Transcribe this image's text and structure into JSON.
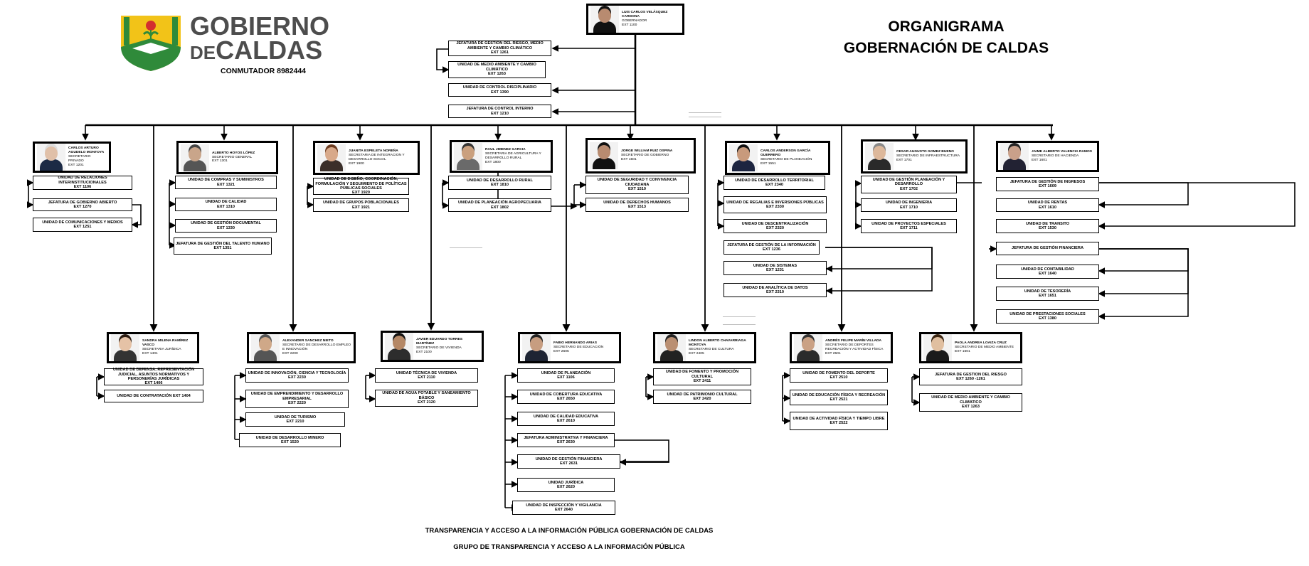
{
  "header": {
    "logo_top": "GOBIERNO",
    "logo_bottom_small": "DE",
    "logo_bottom": "CALDAS",
    "switchboard": "CONMUTADOR 8982444",
    "title_line1": "ORGANIGRAMA",
    "title_line2": "GOBERNACIÓN DE CALDAS"
  },
  "governor": {
    "name": "LUIS CARLOS VELÁSQUEZ CARDONA",
    "role": "GOBERNADOR",
    "ext": "EXT 1100"
  },
  "governor_units": [
    {
      "label": "JEFATURA DE GESTIÓN DEL RIESGO, MEDIO AMBIENTE Y CAMBIO CLIMÁTICO",
      "ext": "EXT 1261"
    },
    {
      "label": "UNIDAD DE MEDIO AMBIENTE Y CAMBIO CLIMÁTICO",
      "ext": "EXT 1263"
    },
    {
      "label": "UNIDAD DE CONTROL DISCIPLINARIO",
      "ext": "EXT 1390"
    },
    {
      "label": "JEFATURA DE CONTROL INTERNO",
      "ext": "EXT 1210"
    }
  ],
  "secretaries": [
    {
      "name": "CARLOS ARTURO AGUDELO MONTOYA",
      "role": "SECRETARIO PRIVADO",
      "ext": "EXT 1201"
    },
    {
      "name": "ALBERTO HOYOS LÓPEZ",
      "role": "SECRETARIO GENERAL",
      "ext": "EXT 1301"
    },
    {
      "name": "JUANITA ESPELETA NOREÑA",
      "role": "SECRETARIA DE INTEGRACION Y DESARROLLO SOCIAL",
      "ext": "EXT 1900"
    },
    {
      "name": "RAUL JIMENEZ GARCIA",
      "role": "SECRETARIA DE AGRICULTURA Y DESARROLLO RURAL",
      "ext": "EXT 1800"
    },
    {
      "name": "JORGE WILLIAM RUIZ OSPINA",
      "role": "SECRETARIO DE GOBIERNO",
      "ext": "EXT 1501"
    },
    {
      "name": "CARLOS ANDERSON GARCÍA GUERRERO",
      "role": "SECRETARIO DE PLANEACIÓN",
      "ext": "EXT 1551"
    },
    {
      "name": "CESAR AUGUSTO GOMEZ BUENO",
      "role": "SECRETARIO DE INFRAESTRUCTURA",
      "ext": "EXT 1701"
    },
    {
      "name": "JAIME ALBERTO VALENCIA RAMOS",
      "role": "SECRETARIO DE HACIENDA",
      "ext": "EXT 1601"
    },
    {
      "name": "SANDRA MILENA RAMÍREZ VASCO",
      "role": "SECRETARIA JURÍDICA",
      "ext": "EXT 1401"
    },
    {
      "name": "ALEXANDER SANCHEZ NIETO",
      "role": "SECRETARIO DE DESARROLLO EMPLEO E INNOVACIÓN",
      "ext": "EXT 2200"
    },
    {
      "name": "JAVIER EDUARDO TORRES MARTÍNEZ",
      "role": "SECRETARIO DE VIVIENDA",
      "ext": "EXT 2100"
    },
    {
      "name": "FABIO HERNANDO ARIAS",
      "role": "SECRETARIO DE EDUCACIÓN",
      "ext": "EXT 2605"
    },
    {
      "name": "LINDON ALBERTO CHAVARRIAGA MONTOYA",
      "role": "SECRETARIO DE CULTURA",
      "ext": "EXT 2405"
    },
    {
      "name": "ANDRÉS FELIPE MARÍN VILLADA",
      "role": "SECRETARIO DE DEPORTES RECREACIÓN Y ACTIVIDAD FÍSICA",
      "ext": "EXT 2501"
    },
    {
      "name": "PAOLA ANDREA LOAIZA CRUZ",
      "role": "SECRETARIO DE MEDIO AMBIENTE",
      "ext": "EXT 1601"
    }
  ],
  "units": [
    {
      "label": "UNIDAD DE RELACIONES INTERINSTITUCIONALES",
      "ext": "EXT 1106"
    },
    {
      "label": "JEFATURA DE GOBIERNO ABIERTO",
      "ext": "EXT 1270"
    },
    {
      "label": "UNIDAD DE COMUNICACIONES Y MEDIOS",
      "ext": "EXT 1251"
    },
    {
      "label": "UNIDAD DE COMPRAS Y SUMINISTROS",
      "ext": "EXT 1321"
    },
    {
      "label": "UNIDAD DE CALIDAD",
      "ext": "EXT 1310"
    },
    {
      "label": "UNIDAD DE GESTIÓN DOCUMENTAL",
      "ext": "EXT 1330"
    },
    {
      "label": "JEFATURA DE GESTIÓN DEL TALENTO HUMANO",
      "ext": "EXT 1351"
    },
    {
      "label": "UNIDAD DE DISEÑO, COORDINACIÓN, FORMULACIÓN Y SEGUIMIENTO DE POLÍTICAS PÚBLICAS SOCIALES",
      "ext": "EXT 1920"
    },
    {
      "label": "UNIDAD DE GRUPOS POBLACIONALES",
      "ext": "EXT 1921"
    },
    {
      "label": "UNIDAD DE DESARROLLO RURAL",
      "ext": "EXT 1810"
    },
    {
      "label": "UNIDAD DE PLANEACIÓN AGROPECUARIA",
      "ext": "EXT 1802"
    },
    {
      "label": "UNIDAD DE SEGURIDAD Y CONVIVENCIA CIUDADANA",
      "ext": "EXT 1510"
    },
    {
      "label": "UNIDAD DE DERECHOS HUMANOS",
      "ext": "EXT 1513"
    },
    {
      "label": "UNIDAD DE DESARROLLO TERRITORIAL",
      "ext": "EXT 2340"
    },
    {
      "label": "UNIDAD DE REGALIAS E INVERSIONES PÚBLICAS",
      "ext": "EXT 2330"
    },
    {
      "label": "UNIDAD DE DESCENTRALIZACIÓN",
      "ext": "EXT 2320"
    },
    {
      "label": "JEFATURA DE GESTIÓN DE LA INFORMACIÓN",
      "ext": "EXT 1236"
    },
    {
      "label": "UNIDAD DE SISTEMAS",
      "ext": "EXT 1231"
    },
    {
      "label": "UNIDAD DE ANALÍTICA DE DATOS",
      "ext": "EXT 2310"
    },
    {
      "label": "UNIDAD DE GESTIÓN PLANEACIÓN Y DESARROLLO",
      "ext": "EXT 1702"
    },
    {
      "label": "UNIDAD DE INGENIERIA",
      "ext": "EXT 1710"
    },
    {
      "label": "UNIDAD DE PROYECTOS ESPECIALES",
      "ext": "EXT 1711"
    },
    {
      "label": "JEFATURA DE GESTIÓN DE INGRESOS",
      "ext": "EXT 1609"
    },
    {
      "label": "UNIDAD DE RENTAS",
      "ext": "EXT 1610"
    },
    {
      "label": "UNIDAD DE TRANSITO",
      "ext": "EXT 1530"
    },
    {
      "label": "JEFATURA DE GESTIÓN FINANCIERA",
      "ext": ""
    },
    {
      "label": "UNIDAD DE CONTABILIDAD",
      "ext": "EXT 1640"
    },
    {
      "label": "UNIDAD DE TESORERÍA",
      "ext": "EXT 1651"
    },
    {
      "label": "UNIDAD DE PRESTACIONES SOCIALES",
      "ext": "EXT 1380"
    },
    {
      "label": "UNIDAD DE DEFENSA, REPRESENTACIÓN JUDICIAL, ASUNTOS NORMATIVOS Y PERSONERÍAS JURÍDICAS",
      "ext": "EXT 1406"
    },
    {
      "label": "UNIDAD DE CONTRATACIÓN EXT 1404",
      "ext": ""
    },
    {
      "label": "UNIDAD DE INNOVACIÓN, CIENCIA Y TECNOLOGÍA",
      "ext": "EXT 2230"
    },
    {
      "label": "UNIDAD DE EMPRENDIMIENTO Y DESARROLLO EMPRESARIAL",
      "ext": "EXT 2220"
    },
    {
      "label": "UNIDAD DE TURISMO",
      "ext": "EXT 2210"
    },
    {
      "label": "UNIDAD DE DESARROLLO MINERO",
      "ext": "EXT 1520"
    },
    {
      "label": "UNIDAD TÉCNICA DE VIVIENDA",
      "ext": "EXT 2110"
    },
    {
      "label": "UNIDAD DE AGUA POTABLE Y SANEAMIENTO BÁSICO",
      "ext": "EXT 2120"
    },
    {
      "label": "UNIDAD DE PLANEACIÓN",
      "ext": "EXT 1106"
    },
    {
      "label": "UNIDAD DE COBERTURA EDUCATIVA",
      "ext": "EXT 2650"
    },
    {
      "label": "UNIDAD DE CALIDAD EDUCATIVA",
      "ext": "EXT 2610"
    },
    {
      "label": "JEFATURA ADMINISTRATIVA Y FINANCIERA",
      "ext": "EXT 2630"
    },
    {
      "label": "UNIDAD DE GESTIÓN FINANCIERA",
      "ext": "EXT 2631"
    },
    {
      "label": "UNIDAD JURÍDICA",
      "ext": "EXT 2620"
    },
    {
      "label": "UNIDAD DE INSPECCIÓN Y VIGILANCIA",
      "ext": "EXT 2640"
    },
    {
      "label": "UNIDAD DE FOMENTO Y PROMOCIÓN CULTURAL",
      "ext": "EXT 2411"
    },
    {
      "label": "UNIDAD DE PATRIMONIO CULTURAL",
      "ext": "EXT 2420"
    },
    {
      "label": "UNIDAD DE FOMENTO DEL DEPORTE",
      "ext": "EXT 2510"
    },
    {
      "label": "UNIDAD DE EDUCACIÓN FÍSICA Y RECREACIÓN",
      "ext": "EXT 2521"
    },
    {
      "label": "UNIDAD DE ACTIVIDAD FÍSICA Y TIEMPO LIBRE",
      "ext": "EXT 2522"
    },
    {
      "label": "JEFATURA DE GESTION DEL RIESGO",
      "ext": "EXT 1260 -1261"
    },
    {
      "label": "UNIDAD DE MEDIO AMBIENTE Y CAMBIO CLIMATICO",
      "ext": "EXT 1263"
    }
  ],
  "footer": {
    "line1": "TRANSPARENCIA Y ACCESO A LA INFORMACIÓN PÚBLICA GOBERNACIÓN DE CALDAS",
    "line2": "GRUPO DE TRANSPARENCIA Y ACCESO A LA INFORMACIÓN PÚBLICA"
  },
  "colors": {
    "shield_yellow": "#f2c318",
    "shield_green": "#2f8a3a",
    "rose_red": "#d32f2f",
    "logo_text": "#4d4d4d"
  }
}
